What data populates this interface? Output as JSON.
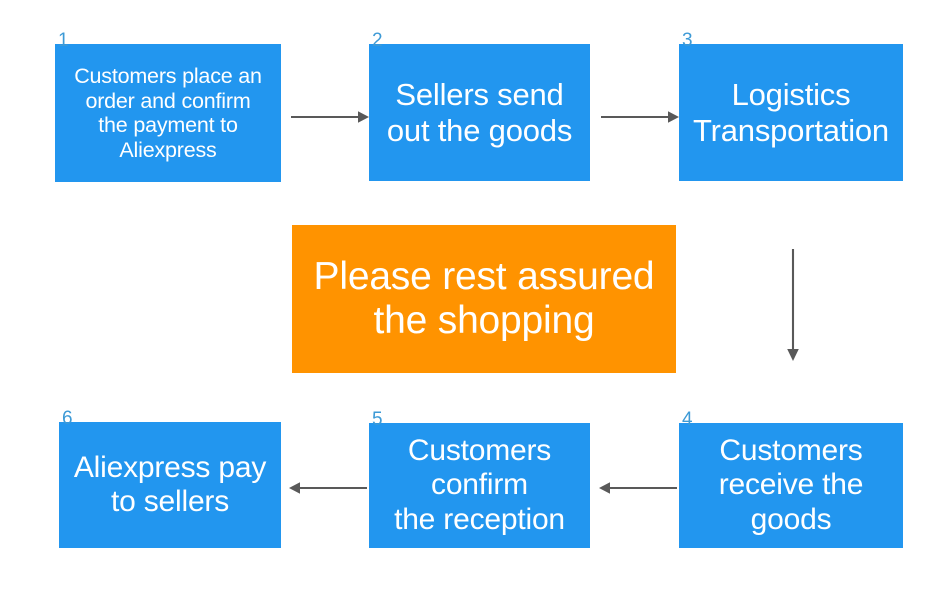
{
  "diagram": {
    "title": "Aliexpress order process flowchart",
    "background_color": "#ffffff",
    "colors": {
      "step_blue": "#2296ef",
      "highlight_orange": "#ff9300",
      "number_blue": "#3d9ad6",
      "arrow_gray": "#595959",
      "text_white": "#ffffff"
    },
    "steps": [
      {
        "number": "1",
        "text": "Customers place an\norder and confirm\nthe payment to\nAliexpress",
        "color": "#2296ef"
      },
      {
        "number": "2",
        "text": "Sellers send\nout the goods",
        "color": "#2296ef"
      },
      {
        "number": "3",
        "text": "Logistics\nTransportation",
        "color": "#2296ef"
      },
      {
        "number": "4",
        "text": "Customers\nreceive the\ngoods",
        "color": "#2296ef"
      },
      {
        "number": "5",
        "text": "Customers\nconfirm\nthe reception",
        "color": "#2296ef"
      },
      {
        "number": "6",
        "text": "Aliexpress pay\nto sellers",
        "color": "#2296ef"
      }
    ],
    "highlight": {
      "text": "Please rest assured\nthe shopping",
      "color": "#ff9300"
    },
    "arrows": [
      {
        "name": "arrow-step1-to-step2",
        "direction": "right"
      },
      {
        "name": "arrow-step2-to-step3",
        "direction": "right"
      },
      {
        "name": "arrow-step3-to-step4",
        "direction": "down"
      },
      {
        "name": "arrow-step4-to-step5",
        "direction": "left"
      },
      {
        "name": "arrow-step5-to-step6",
        "direction": "left"
      }
    ]
  }
}
